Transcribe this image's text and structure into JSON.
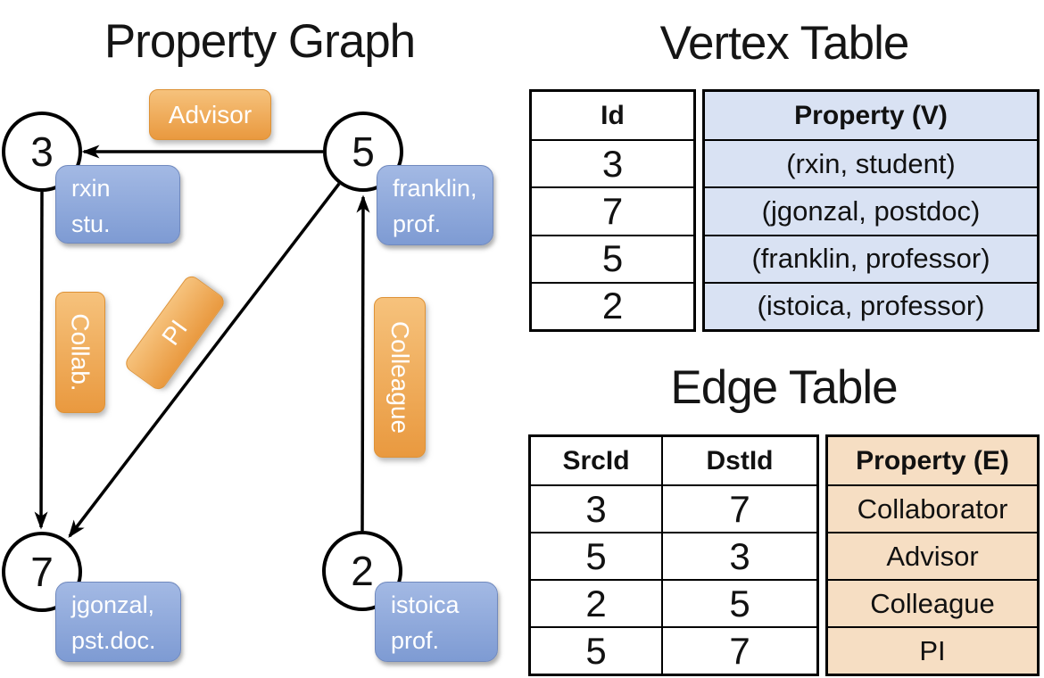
{
  "graph": {
    "title": "Property Graph",
    "nodes": [
      {
        "id": "3",
        "lines": [
          "rxin",
          "stu."
        ]
      },
      {
        "id": "5",
        "lines": [
          "franklin,",
          "prof."
        ]
      },
      {
        "id": "7",
        "lines": [
          "jgonzal,",
          "pst.doc."
        ]
      },
      {
        "id": "2",
        "lines": [
          "istoica",
          "prof."
        ]
      }
    ],
    "edge_labels": {
      "advisor": "Advisor",
      "collab": "Collab.",
      "pi": "PI",
      "colleague": "Colleague"
    }
  },
  "vertex_table": {
    "title": "Vertex Table",
    "headers": {
      "id": "Id",
      "property": "Property (V)"
    },
    "rows": [
      {
        "id": "3",
        "property": "(rxin, student)"
      },
      {
        "id": "7",
        "property": "(jgonzal, postdoc)"
      },
      {
        "id": "5",
        "property": "(franklin, professor)"
      },
      {
        "id": "2",
        "property": "(istoica, professor)"
      }
    ]
  },
  "edge_table": {
    "title": "Edge Table",
    "headers": {
      "src": "SrcId",
      "dst": "DstId",
      "property": "Property (E)"
    },
    "rows": [
      {
        "src": "3",
        "dst": "7",
        "property": "Collaborator"
      },
      {
        "src": "5",
        "dst": "3",
        "property": "Advisor"
      },
      {
        "src": "2",
        "dst": "5",
        "property": "Colleague"
      },
      {
        "src": "5",
        "dst": "7",
        "property": "PI"
      }
    ]
  },
  "colors": {
    "edge_label_orange_top": "#F6C27C",
    "edge_label_orange_bottom": "#E9993F",
    "vertex_box_blue_top": "#A3B9E4",
    "vertex_box_blue_bottom": "#7E9BD3",
    "vertex_property_fill": "#D9E2F3",
    "edge_property_fill": "#F6DEC3"
  }
}
